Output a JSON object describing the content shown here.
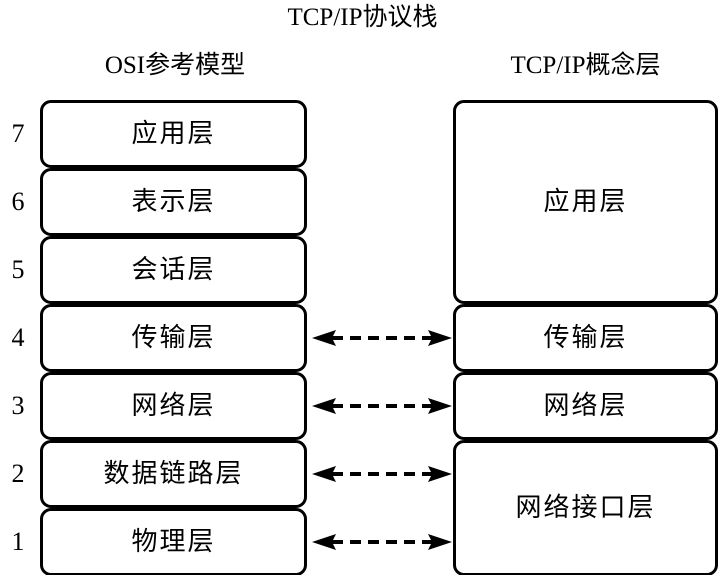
{
  "diagram": {
    "title": "TCP/IP协议栈",
    "columns": {
      "left": {
        "header": "OSI参考模型",
        "layers": [
          {
            "num": "7",
            "label": "应用层"
          },
          {
            "num": "6",
            "label": "表示层"
          },
          {
            "num": "5",
            "label": "会话层"
          },
          {
            "num": "4",
            "label": "传输层"
          },
          {
            "num": "3",
            "label": "网络层"
          },
          {
            "num": "2",
            "label": "数据链路层"
          },
          {
            "num": "1",
            "label": "物理层"
          }
        ]
      },
      "right": {
        "header": "TCP/IP概念层",
        "layers": [
          {
            "label": "应用层",
            "spans": 3
          },
          {
            "label": "传输层",
            "spans": 1
          },
          {
            "label": "网络层",
            "spans": 1
          },
          {
            "label": "网络接口层",
            "spans": 2
          }
        ]
      }
    },
    "mappings": [
      {
        "from": "传输层",
        "to": "传输层",
        "style": "double-headed-dashed"
      },
      {
        "from": "网络层",
        "to": "网络层",
        "style": "double-headed-dashed"
      },
      {
        "from": "数据链路层",
        "to": "网络接口层",
        "style": "double-headed-dashed"
      },
      {
        "from": "物理层",
        "to": "网络接口层",
        "style": "double-headed-dashed"
      }
    ],
    "colors": {
      "stroke": "#000000",
      "fill": "#ffffff",
      "text": "#000000"
    }
  }
}
